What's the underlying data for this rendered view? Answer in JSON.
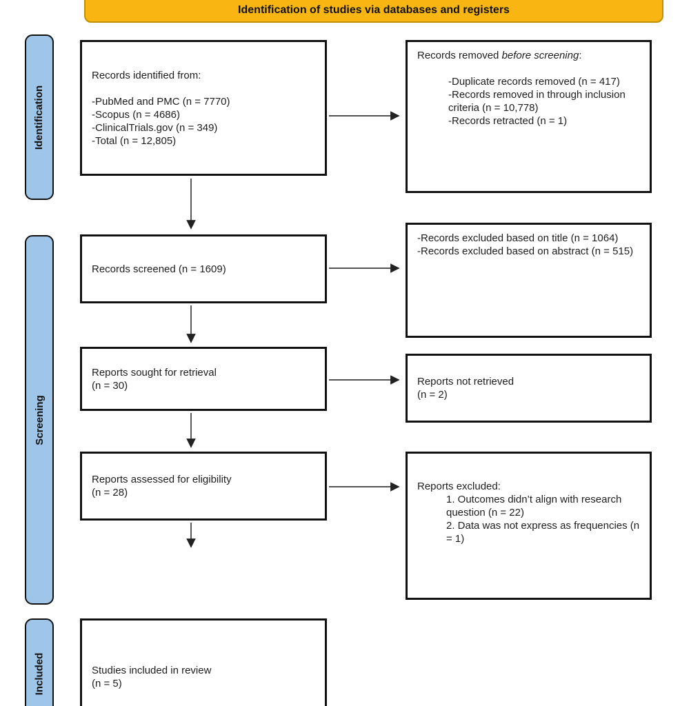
{
  "banner": {
    "title": "Identification of studies via databases and registers"
  },
  "stages": [
    {
      "label": "Identification"
    },
    {
      "label": "Screening"
    },
    {
      "label": "Included"
    }
  ],
  "boxes": {
    "records_identified": {
      "title": "Records identified from:",
      "items": [
        "-PubMed and PMC (n = 7770)",
        "-Scopus (n = 4686)",
        "-ClinicalTrials.gov (n = 349)",
        "-Total (n = 12,805)"
      ]
    },
    "records_removed": {
      "title_prefix": "Records removed ",
      "title_italic": "before screening",
      "title_suffix": ":",
      "items": [
        "-Duplicate records removed (n = 417)",
        "-Records removed in through inclusion criteria (n = 10,778)",
        "-Records retracted (n = 1)"
      ]
    },
    "records_screened": {
      "text": "Records screened (n = 1609)"
    },
    "records_excluded": {
      "items": [
        "-Records excluded based on title (n = 1064)",
        "-Records excluded based on abstract (n = 515)"
      ]
    },
    "reports_sought": {
      "line1": "Reports sought for retrieval",
      "line2": "(n = 30)"
    },
    "reports_not_retrieved": {
      "line1": "Reports not retrieved",
      "line2": "(n = 2)"
    },
    "reports_assessed": {
      "line1": "Reports assessed for eligibility",
      "line2": "(n = 28)"
    },
    "reports_excluded": {
      "title": "Reports excluded:",
      "items": [
        "1. Outcomes didn’t align with research question (n = 22)",
        "2. Data was not express as frequencies (n = 1)"
      ]
    },
    "studies_included": {
      "line1": "Studies included in review",
      "line2": "(n = 5)"
    }
  },
  "colors": {
    "banner_bg": "#F9B612",
    "banner_border": "#BF9000",
    "stage_bg": "#9FC5E8",
    "box_border": "#111111",
    "arrow": "#3a3a3a"
  }
}
